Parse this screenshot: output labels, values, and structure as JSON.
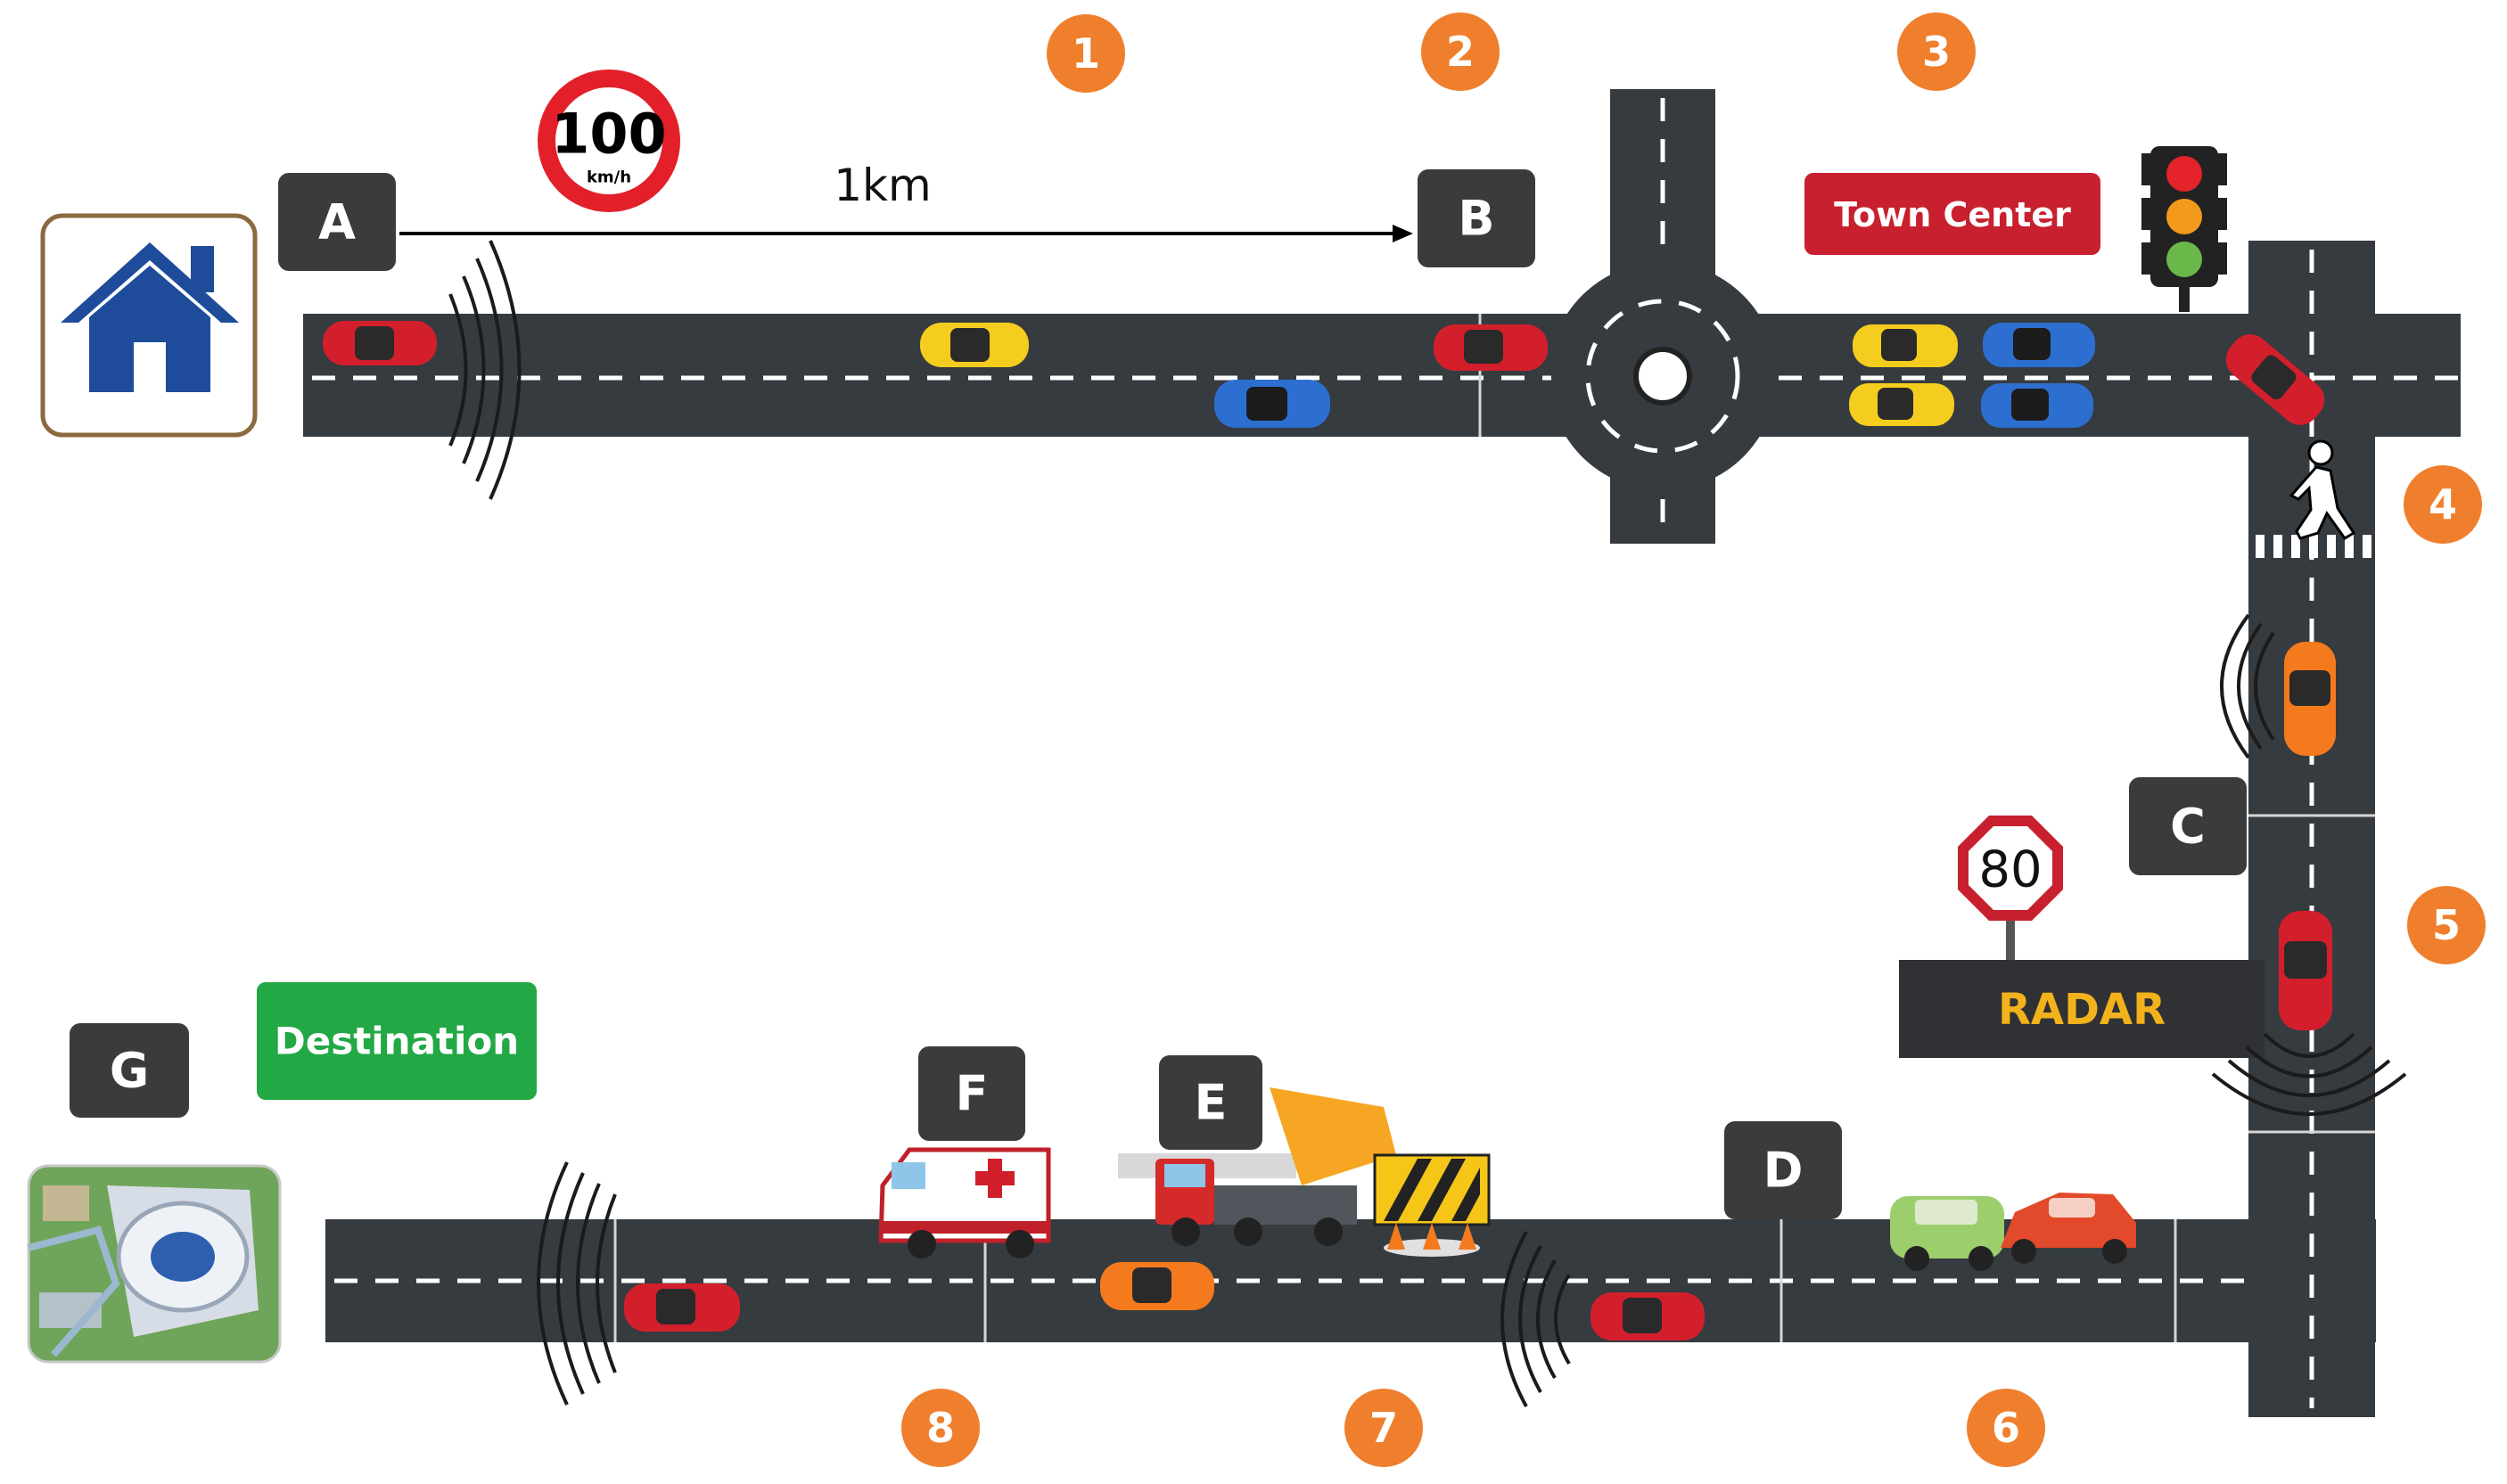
{
  "waypoints": {
    "A": "A",
    "B": "B",
    "C": "C",
    "D": "D",
    "E": "E",
    "F": "F",
    "G": "G"
  },
  "steps": [
    "1",
    "2",
    "3",
    "4",
    "5",
    "6",
    "7",
    "8"
  ],
  "speed_sign_100": {
    "value": "100",
    "unit": "km/h"
  },
  "distance_label": "1km",
  "town_center": "Town Center",
  "speed_sign_80": "80",
  "radar": "RADAR",
  "destination": "Destination",
  "colors": {
    "step_badge": "#ef7f2d",
    "label_box": "#3b3b3b",
    "town_center": "#c8202f",
    "destination": "#22a845",
    "radar_text": "#f2b21b",
    "road": "#363b40"
  }
}
